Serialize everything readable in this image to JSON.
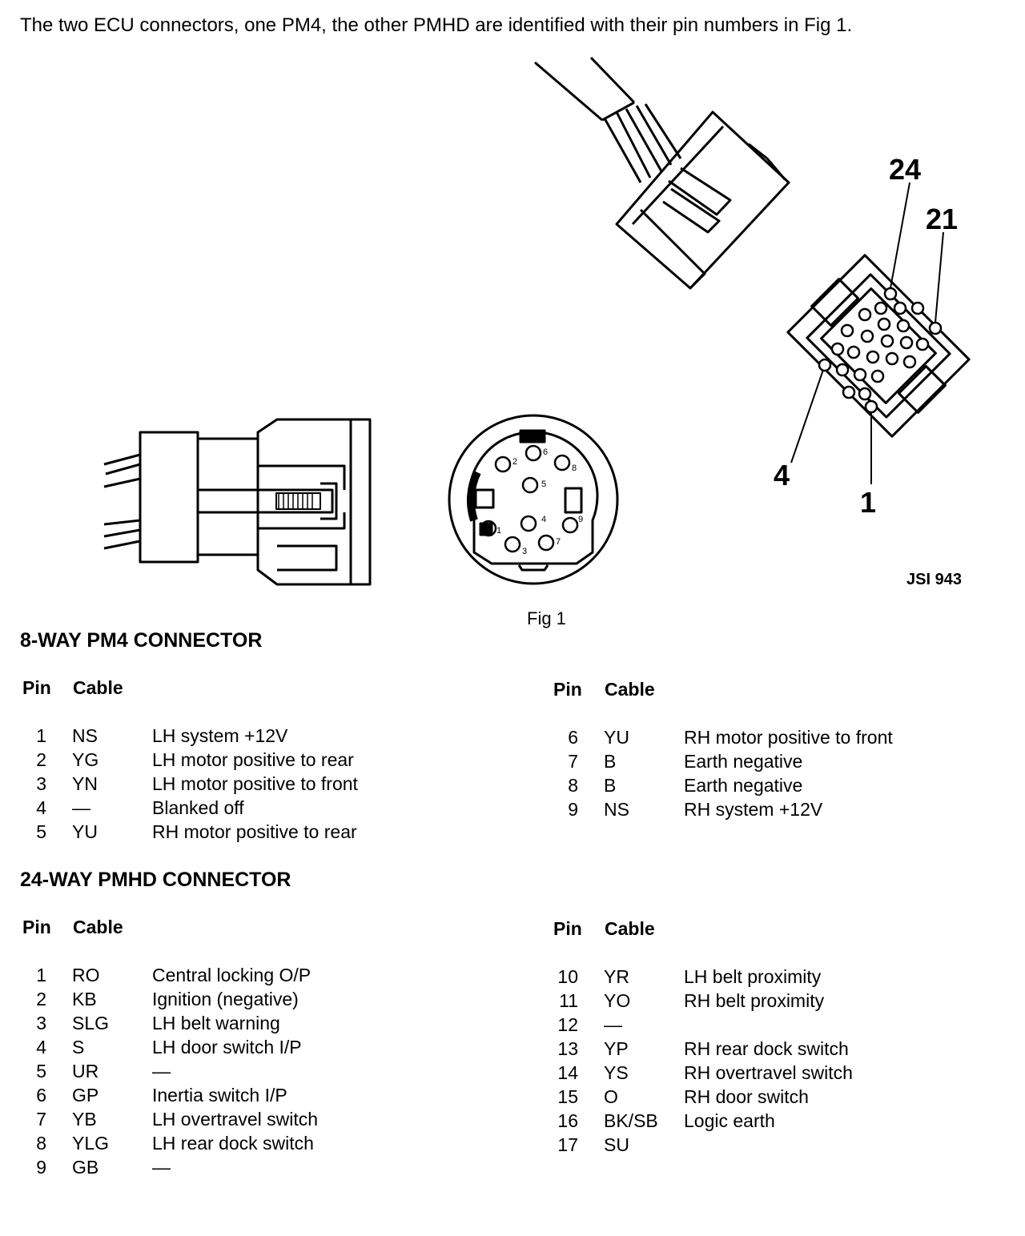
{
  "intro": "The two ECU connectors, one PM4, the other PMHD are identified with their pin numbers in Fig 1.",
  "figure": {
    "caption": "Fig 1",
    "ref": "JSI 943",
    "pmhd_labels": {
      "p24": "24",
      "p21": "21",
      "p4": "4",
      "p1": "1"
    },
    "pm4_pins": [
      "1",
      "2",
      "3",
      "4",
      "5",
      "6",
      "7",
      "8",
      "9"
    ]
  },
  "pm4": {
    "title": "8-WAY PM4 CONNECTOR",
    "headers": {
      "pin": "Pin",
      "cable": "Cable"
    },
    "left": [
      {
        "pin": "1",
        "cable": "NS",
        "desc": "LH system +12V"
      },
      {
        "pin": "2",
        "cable": "YG",
        "desc": "LH motor positive to rear"
      },
      {
        "pin": "3",
        "cable": "YN",
        "desc": "LH motor positive to front"
      },
      {
        "pin": "4",
        "cable": "—",
        "desc": "Blanked off"
      },
      {
        "pin": "5",
        "cable": "YU",
        "desc": "RH motor positive to rear"
      }
    ],
    "right": [
      {
        "pin": "6",
        "cable": "YU",
        "desc": "RH motor positive to front"
      },
      {
        "pin": "7",
        "cable": "B",
        "desc": "Earth negative"
      },
      {
        "pin": "8",
        "cable": "B",
        "desc": "Earth negative"
      },
      {
        "pin": "9",
        "cable": "NS",
        "desc": "RH system +12V"
      }
    ]
  },
  "pmhd": {
    "title": "24-WAY PMHD CONNECTOR",
    "headers": {
      "pin": "Pin",
      "cable": "Cable"
    },
    "left": [
      {
        "pin": "1",
        "cable": "RO",
        "desc": "Central locking O/P"
      },
      {
        "pin": "2",
        "cable": "KB",
        "desc": "Ignition (negative)"
      },
      {
        "pin": "3",
        "cable": "SLG",
        "desc": "LH belt warning"
      },
      {
        "pin": "4",
        "cable": "S",
        "desc": "LH door switch I/P"
      },
      {
        "pin": "5",
        "cable": "UR",
        "desc": "—"
      },
      {
        "pin": "6",
        "cable": "GP",
        "desc": "Inertia switch I/P"
      },
      {
        "pin": "7",
        "cable": "YB",
        "desc": "LH overtravel switch"
      },
      {
        "pin": "8",
        "cable": "YLG",
        "desc": "LH rear dock switch"
      },
      {
        "pin": "9",
        "cable": "GB",
        "desc": "—"
      }
    ],
    "right": [
      {
        "pin": "10",
        "cable": "YR",
        "desc": "LH belt proximity"
      },
      {
        "pin": "11",
        "cable": "YO",
        "desc": "RH belt proximity"
      },
      {
        "pin": "12",
        "cable": "—",
        "desc": ""
      },
      {
        "pin": "13",
        "cable": "YP",
        "desc": "RH rear dock switch"
      },
      {
        "pin": "14",
        "cable": "YS",
        "desc": "RH overtravel switch"
      },
      {
        "pin": "15",
        "cable": "O",
        "desc": "RH door switch"
      },
      {
        "pin": "16",
        "cable": "BK/SB",
        "desc": "Logic earth"
      },
      {
        "pin": "17",
        "cable": "SU",
        "desc": ""
      }
    ]
  }
}
